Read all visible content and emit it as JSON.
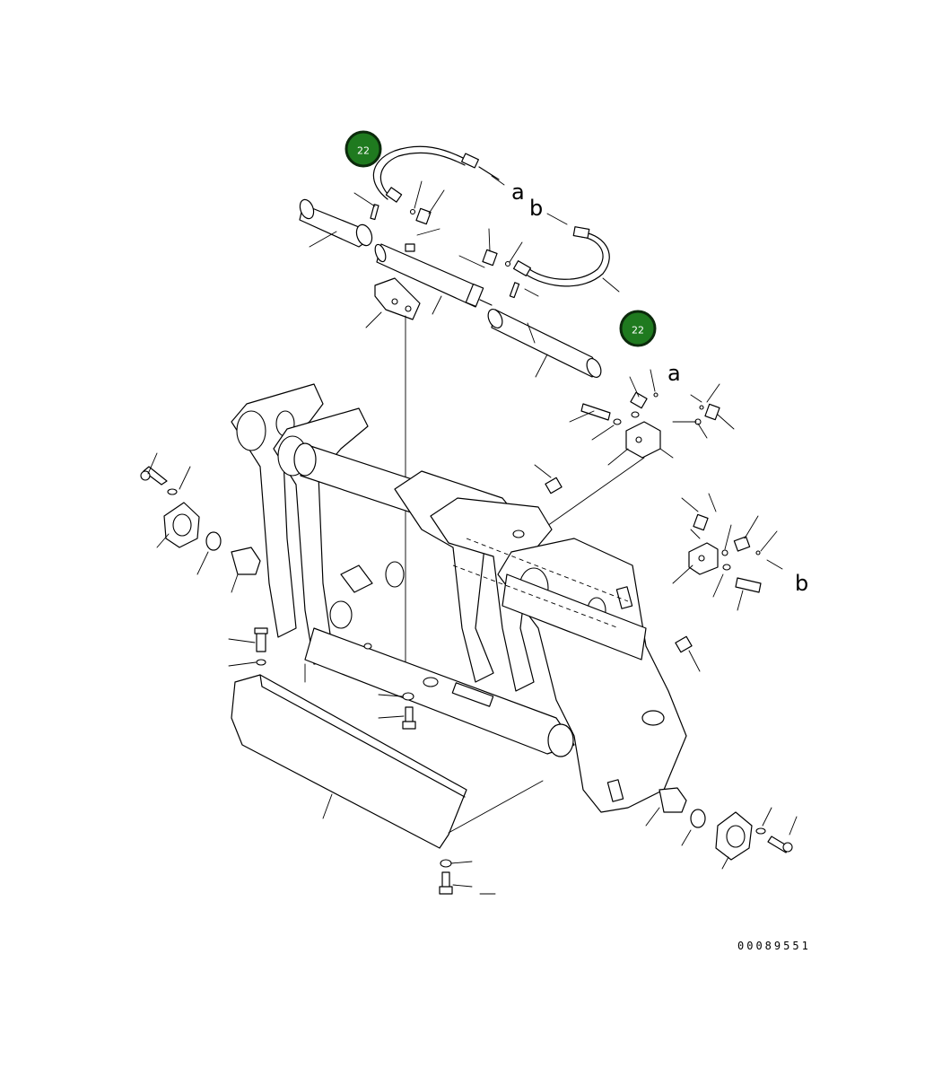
{
  "badges": [
    {
      "label": "22"
    },
    {
      "label": "22"
    }
  ],
  "connection_letters": [
    "a",
    "b",
    "a",
    "b"
  ],
  "drawing_number": "00089551",
  "colors": {
    "badge_fill": "#1f7a1f",
    "badge_border": "#0c2a0c",
    "line": "#000000",
    "background": "#ffffff"
  }
}
